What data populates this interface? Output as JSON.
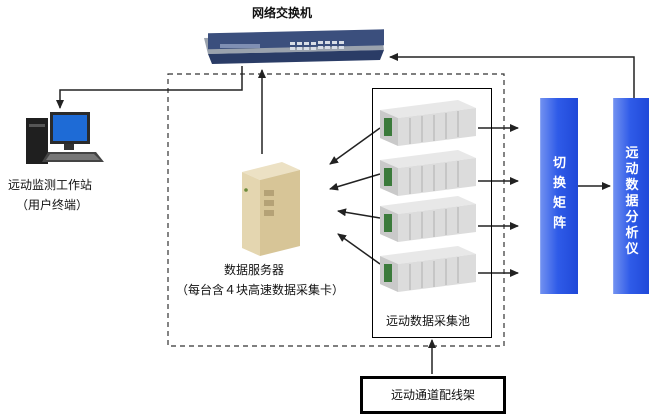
{
  "switch": {
    "title": "网络交换机"
  },
  "workstation": {
    "line1": "远动监测工作站",
    "line2": "（用户终端）"
  },
  "server": {
    "line1": "数据服务器",
    "line2": "（每台含４块高速数据采集卡）"
  },
  "pool": {
    "label": "远动数据采集池"
  },
  "matrix": {
    "chars": [
      "切",
      "换",
      "矩",
      "阵"
    ]
  },
  "analyzer": {
    "chars": [
      "远",
      "动",
      "数",
      "据",
      "分",
      "析",
      "仪"
    ]
  },
  "patch": {
    "label": "远动通道配线架"
  }
}
